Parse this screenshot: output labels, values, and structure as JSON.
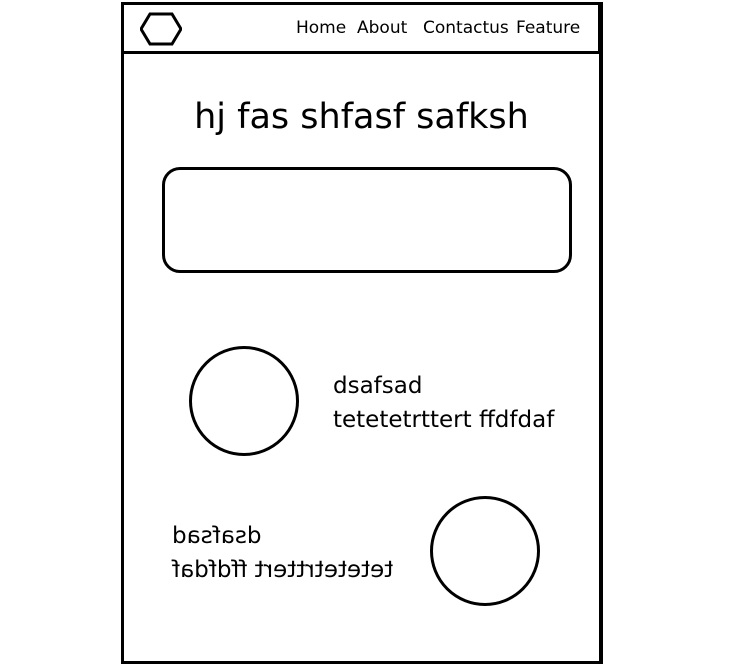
{
  "nav": {
    "logo_icon": "hexagon-logo-icon",
    "links": [
      "Home",
      "About",
      "Contactus",
      "Feature"
    ]
  },
  "hero": {
    "headline": "hj fas shfasf safksh"
  },
  "features": [
    {
      "title": "dsafsad",
      "text": "tetetetrttert ffdfdaf"
    },
    {
      "title": "dsafsad",
      "text": "tetetetrttert ffdfdaf"
    }
  ]
}
